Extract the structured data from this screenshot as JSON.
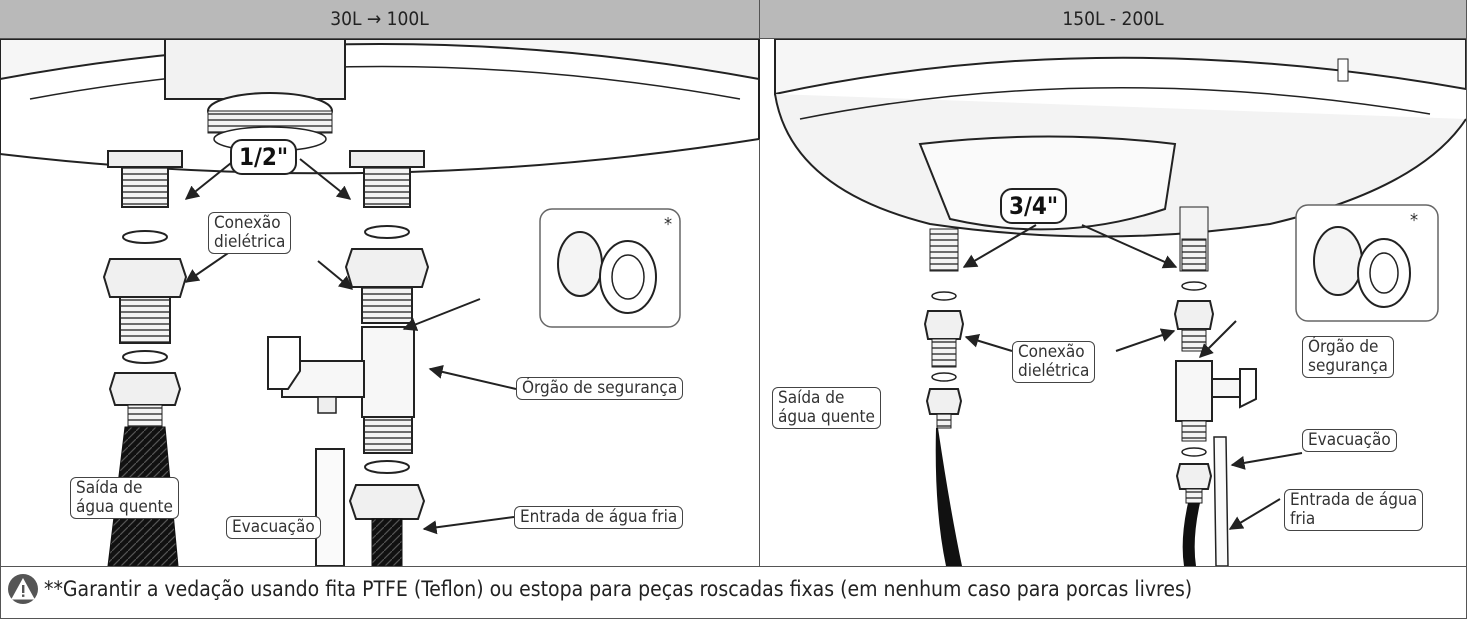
{
  "headers": {
    "left": "30L → 100L",
    "right": "150L - 200L"
  },
  "left_panel": {
    "size_badge": "1/2\"",
    "labels": {
      "dielectric": "Conexão\ndielétrica",
      "safety": "Órgão de segurança",
      "hot_out": "Saída de\nágua quente",
      "drain": "Evacuação",
      "cold_in": "Entrada de água fria"
    },
    "asterisk": "*"
  },
  "right_panel": {
    "size_badge": "3/4\"",
    "labels": {
      "dielectric": "Conexão\ndielétrica",
      "safety": "Órgão de\nsegurança",
      "hot_out": "Saída de\nágua quente",
      "drain": "Evacuação",
      "cold_in": "Entrada de água\nfria"
    },
    "asterisk": "*"
  },
  "footer": {
    "icon": "warning-icon",
    "text": "**Garantir a vedação usando fita PTFE (Teflon) ou estopa para peças roscadas fixas (em nenhum caso para porcas livres)"
  }
}
